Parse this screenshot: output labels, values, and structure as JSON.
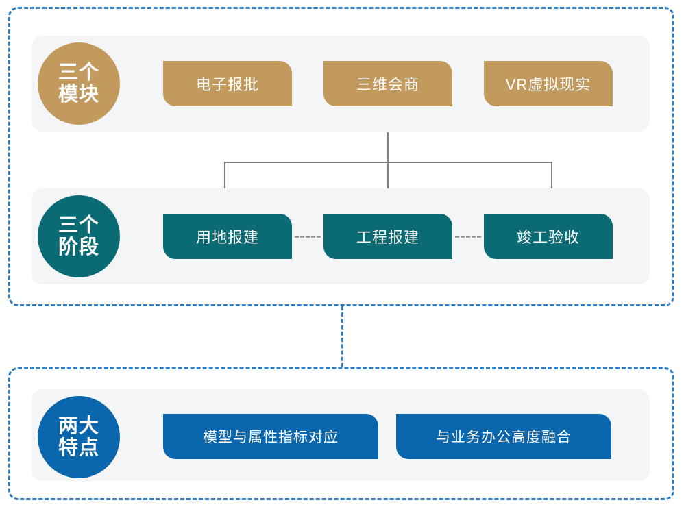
{
  "diagram": {
    "title": "三个模块 / 三个阶段 / 两大特点",
    "colors": {
      "tan": "#C39A5E",
      "teal": "#0A6B74",
      "blue": "#0A66AD",
      "panel_gray": "#F4F5F6",
      "dashed_border": "#2E7CC4",
      "connector_gray": "#808080",
      "stage_dash": "#9A9A9A"
    }
  },
  "groups": {
    "top": {
      "name": "modules-and-stages-group"
    },
    "bottom": {
      "name": "features-group"
    }
  },
  "modules": {
    "badge": {
      "line1": "三个",
      "line2": "模块"
    },
    "items": [
      {
        "label": "电子报批"
      },
      {
        "label": "三维会商"
      },
      {
        "label": "VR虚拟现实"
      }
    ]
  },
  "stages": {
    "badge": {
      "line1": "三个",
      "line2": "阶段"
    },
    "items": [
      {
        "label": "用地报建"
      },
      {
        "label": "工程报建"
      },
      {
        "label": "竣工验收"
      }
    ]
  },
  "features": {
    "badge": {
      "line1": "两大",
      "line2": "特点"
    },
    "items": [
      {
        "label": "模型与属性指标对应"
      },
      {
        "label": "与业务办公高度融合"
      }
    ]
  }
}
